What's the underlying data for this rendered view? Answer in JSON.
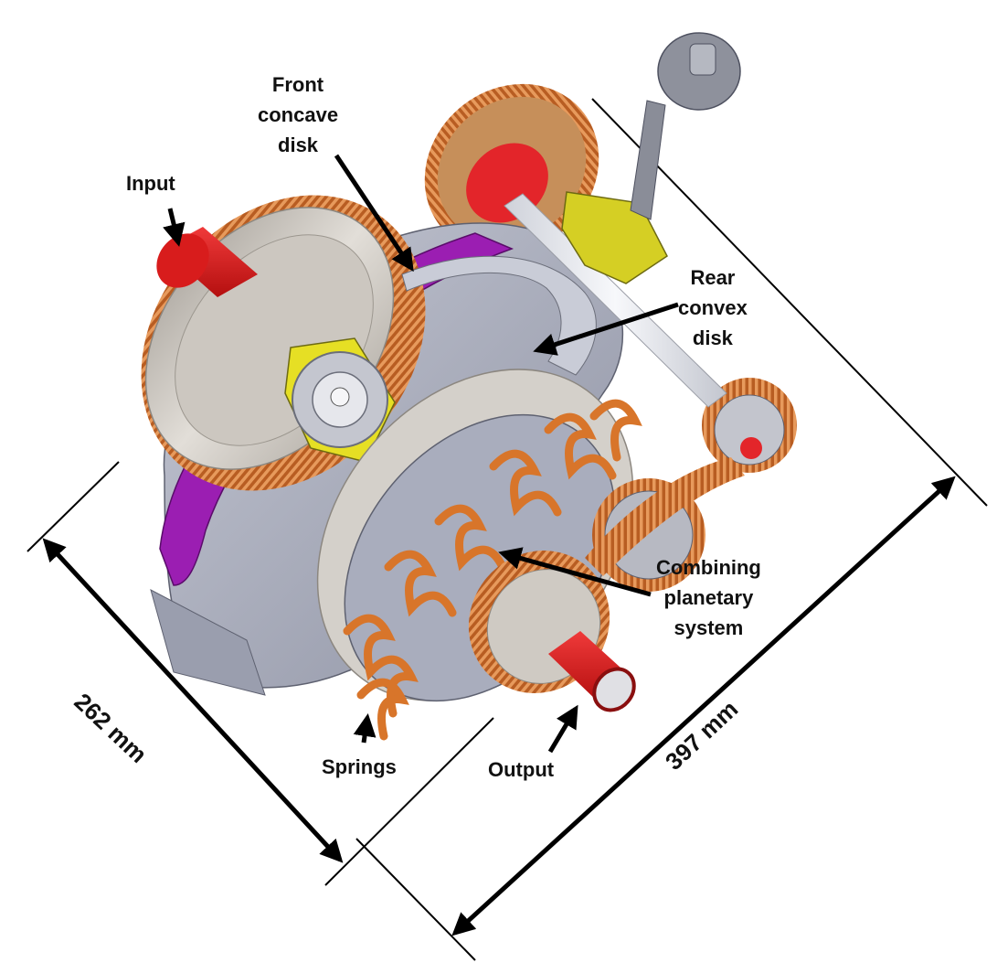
{
  "labels": {
    "input": "Input",
    "front_concave_disk": [
      "Front",
      "concave",
      "disk"
    ],
    "rear_convex_disk": [
      "Rear",
      "convex",
      "disk"
    ],
    "combining_planetary_system": [
      "Combining",
      "planetary",
      "system"
    ],
    "springs": "Springs",
    "output": "Output"
  },
  "dimensions": {
    "width": "262 mm",
    "length": "397 mm"
  },
  "colors": {
    "shaft": "#d41414",
    "gear": "#c86a2c",
    "spring": "#d8752a",
    "disk_purple": "#9a1fb0",
    "housing": "#a8acbc",
    "flange": "#d6d2cc",
    "bracket": "#e8e22a",
    "rod": "#e6e8ee"
  }
}
